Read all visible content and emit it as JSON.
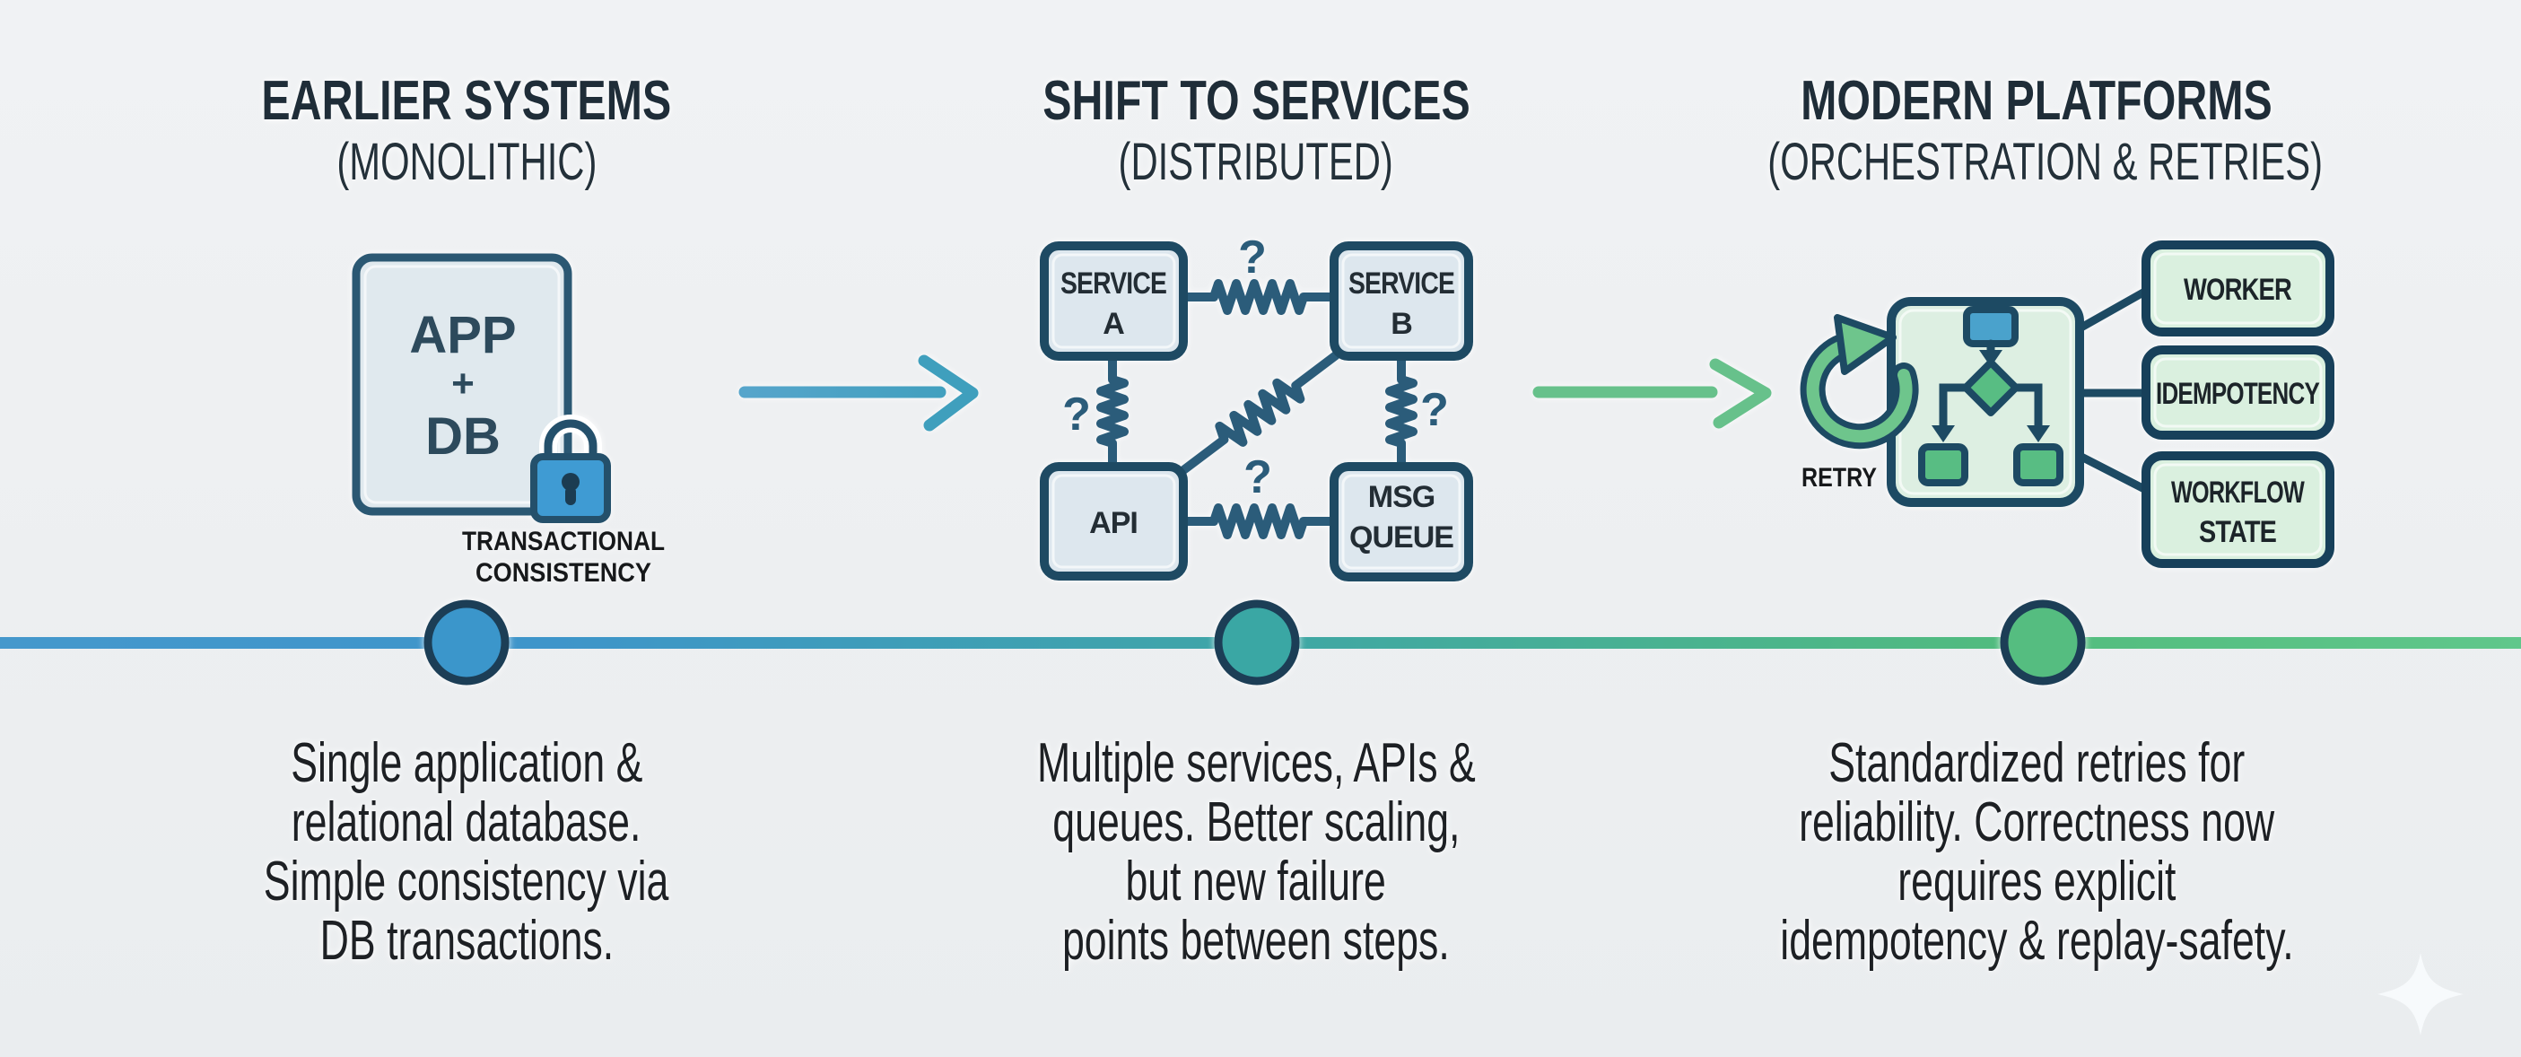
{
  "canvas": {
    "background": "#edeff1",
    "ink": "#1f2d38",
    "navy_outline": "#1d4a63",
    "squiggle_color": "#2b5c7a",
    "timeline_gradient": [
      "#4598cc",
      "#3fa6a6",
      "#52bc7e",
      "#60c78b"
    ]
  },
  "stages": [
    {
      "title": "EARLIER SYSTEMS",
      "subtitle": "(MONOLITHIC)",
      "accent": "#3b96cb",
      "description_lines": [
        "Single application &",
        "relational database.",
        "Simple consistency via",
        "DB transactions."
      ],
      "monolith": {
        "fill": "#e0e9ee",
        "lines": [
          "APP",
          "+",
          "DB"
        ],
        "lock_color": "#3f9bd3",
        "caption_lines": [
          "TRANSACTIONAL",
          "CONSISTENCY"
        ]
      }
    },
    {
      "title": "SHIFT TO SERVICES",
      "subtitle": "(DISTRIBUTED)",
      "accent": "#3aa7a4",
      "arrow_in_color": "#4a9cc2",
      "description_lines": [
        "Multiple services, APIs &",
        "queues. Better scaling,",
        "but new failure",
        "points between steps."
      ],
      "question_mark": "?",
      "nodes": {
        "fill": "#dde7ee",
        "service_a": {
          "lines": [
            "SERVICE",
            "A"
          ]
        },
        "service_b": {
          "lines": [
            "SERVICE",
            "B"
          ]
        },
        "api": {
          "lines": [
            "API"
          ]
        },
        "msg_queue": {
          "lines": [
            "MSG",
            "QUEUE"
          ]
        }
      }
    },
    {
      "title": "MODERN PLATFORMS",
      "subtitle": "(ORCHESTRATION & RETRIES)",
      "accent": "#55bd80",
      "arrow_in_color": "#67c18b",
      "description_lines": [
        "Standardized retries for",
        "reliability. Correctness now",
        "requires explicit",
        "idempotency & replay-safety."
      ],
      "retry_label": "RETRY",
      "retry_color": "#6ec58c",
      "orchestration": {
        "fill": "#ddefe2",
        "flow_blue": "#4aa2cc",
        "flow_green": "#58bd83"
      },
      "features": [
        {
          "lines": [
            "WORKER"
          ]
        },
        {
          "lines": [
            "IDEMPOTENCY"
          ]
        },
        {
          "lines": [
            "WORKFLOW",
            "STATE"
          ]
        }
      ]
    }
  ]
}
